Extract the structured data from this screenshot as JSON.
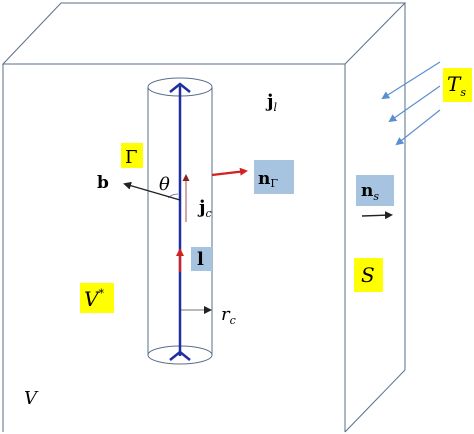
{
  "colors": {
    "box_edge": "#5a6f8e",
    "line_axis": "#1f2f9e",
    "arrow_red": "#d42020",
    "arrow_dark_red": "#8b2020",
    "arrow_blue": "#5b8fd0",
    "label_yellow_bg": "#ffff00",
    "label_blue_bg": "#a6c4e0"
  },
  "labels": {
    "gamma": "Γ",
    "j": "j",
    "j_sub_l": "l",
    "b": "b",
    "theta": "θ",
    "n": "n",
    "n_sub_gamma": "Γ",
    "j_c_base": "j",
    "j_c_sub": "c",
    "l": "l",
    "V_star_base": "V",
    "V_star_sup": "*",
    "r": "r",
    "r_sub": "c",
    "V": "V",
    "S": "S",
    "n_s_base": "n",
    "n_s_sub": "s",
    "T_base": "T",
    "T_sub": "s"
  }
}
